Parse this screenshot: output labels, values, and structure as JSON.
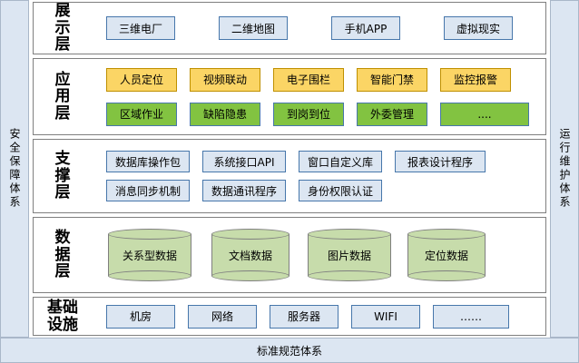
{
  "diagram": {
    "left_band": {
      "text": "安全保障体系"
    },
    "right_band": {
      "text": "运行维护体系"
    },
    "bottom_bar": {
      "text": "标准规范体系"
    },
    "colors": {
      "band_fill": "#dce6f2",
      "band_border": "#a9b7c9",
      "panel_border": "#7f7f7f",
      "blue_fill": "#dce6f2",
      "blue_border": "#4777ab",
      "amber_fill": "#fbd565",
      "amber_border": "#bf9000",
      "green_fill": "#82c341",
      "green_border": "#4777ab",
      "cylinder_fill": "#c7dcab",
      "cylinder_border": "#7f7f7f"
    },
    "layers": [
      {
        "name": "presentation",
        "label": "展示层",
        "rows": [
          {
            "style": "blue",
            "items": [
              {
                "label": "三维电厂"
              },
              {
                "label": "二维地图"
              },
              {
                "label": "手机APP"
              },
              {
                "label": "虚拟现实"
              }
            ]
          }
        ]
      },
      {
        "name": "application",
        "label": "应用层",
        "rows": [
          {
            "style": "amber",
            "items": [
              {
                "label": "人员定位"
              },
              {
                "label": "视频联动"
              },
              {
                "label": "电子围栏"
              },
              {
                "label": "智能门禁"
              },
              {
                "label": "监控报警"
              }
            ]
          },
          {
            "style": "green",
            "items": [
              {
                "label": "区域作业"
              },
              {
                "label": "缺陷隐患"
              },
              {
                "label": "到岗到位"
              },
              {
                "label": "外委管理"
              },
              {
                "label": "...."
              }
            ]
          }
        ]
      },
      {
        "name": "support",
        "label": "支撑层",
        "rows": [
          {
            "style": "blue",
            "items": [
              {
                "label": "数据库操作包"
              },
              {
                "label": "系统接口API"
              },
              {
                "label": "窗口自定义库"
              },
              {
                "label": "报表设计程序"
              }
            ]
          },
          {
            "style": "blue",
            "items": [
              {
                "label": "消息同步机制"
              },
              {
                "label": "数据通讯程序"
              },
              {
                "label": "身份权限认证"
              }
            ]
          }
        ]
      },
      {
        "name": "data",
        "label": "数据层",
        "rows": [
          {
            "style": "cylinder",
            "items": [
              {
                "label": "关系型数据"
              },
              {
                "label": "文档数据"
              },
              {
                "label": "图片数据"
              },
              {
                "label": "定位数据"
              }
            ]
          }
        ]
      },
      {
        "name": "infrastructure",
        "label": "基础设施",
        "rows": [
          {
            "style": "blue",
            "items": [
              {
                "label": "机房"
              },
              {
                "label": "网络"
              },
              {
                "label": "服务器"
              },
              {
                "label": "WIFI"
              },
              {
                "label": "……"
              }
            ]
          }
        ]
      }
    ]
  }
}
